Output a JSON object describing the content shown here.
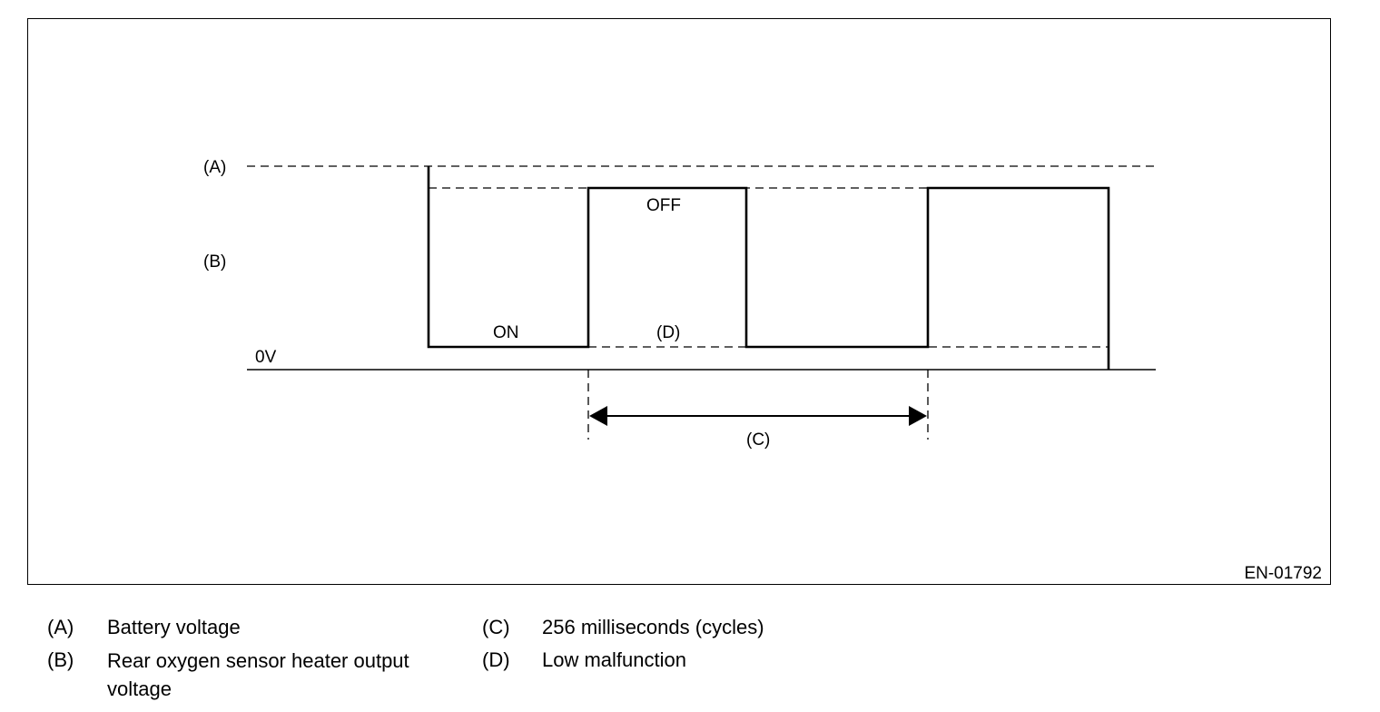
{
  "diagram": {
    "id_code": "EN-01792",
    "labels": {
      "a": "(A)",
      "b": "(B)",
      "zero": "0V",
      "off": "OFF",
      "on": "ON",
      "d": "(D)",
      "c": "(C)"
    }
  },
  "legend": [
    {
      "key": "(A)",
      "text": "Battery voltage"
    },
    {
      "key": "(B)",
      "text": "Rear oxygen sensor heater output voltage"
    },
    {
      "key": "(C)",
      "text": "256 milliseconds (cycles)"
    },
    {
      "key": "(D)",
      "text": "Low malfunction"
    }
  ]
}
